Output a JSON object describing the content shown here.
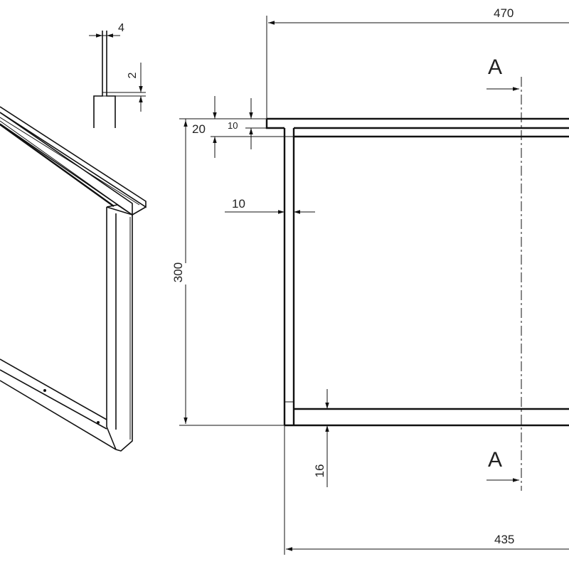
{
  "dimensions": {
    "groove_width": "4",
    "groove_depth": "2",
    "top_bar_height": "20",
    "top_bar_overhang": "10",
    "side_bar_width": "10",
    "frame_height": "300",
    "bottom_bar_height": "16",
    "top_bar_length": "470",
    "bottom_bar_length": "435"
  },
  "section": {
    "top_label": "A",
    "bottom_label": "A"
  },
  "colors": {
    "line": "#111111",
    "text": "#222222",
    "background": "#ffffff"
  }
}
